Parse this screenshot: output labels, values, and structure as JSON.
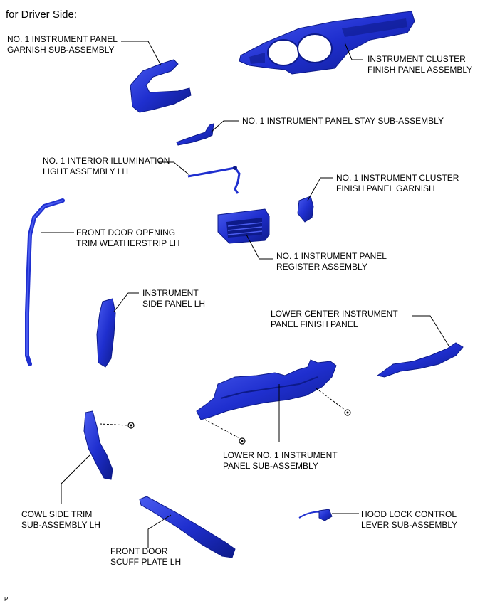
{
  "heading": "for Driver Side:",
  "figure_code": "P",
  "colors": {
    "part_fill": "#1f2fcf",
    "part_dark": "#0d1a8a",
    "part_light": "#4a5cf0",
    "leader": "#000000"
  },
  "parts": [
    {
      "id": "garnish",
      "line1": "NO. 1 INSTRUMENT PANEL",
      "line2": "GARNISH SUB-ASSEMBLY"
    },
    {
      "id": "cluster-finish",
      "line1": "INSTRUMENT CLUSTER",
      "line2": "FINISH PANEL ASSEMBLY"
    },
    {
      "id": "stay",
      "line1": "NO. 1 INSTRUMENT PANEL STAY SUB-ASSEMBLY",
      "line2": ""
    },
    {
      "id": "illumination",
      "line1": "NO. 1 INTERIOR ILLUMINATION",
      "line2": "LIGHT ASSEMBLY LH"
    },
    {
      "id": "cluster-garnish",
      "line1": "NO. 1 INSTRUMENT CLUSTER",
      "line2": "FINISH PANEL GARNISH"
    },
    {
      "id": "weatherstrip",
      "line1": "FRONT DOOR OPENING",
      "line2": "TRIM WEATHERSTRIP LH"
    },
    {
      "id": "register",
      "line1": "NO. 1 INSTRUMENT PANEL",
      "line2": "REGISTER ASSEMBLY"
    },
    {
      "id": "side-panel",
      "line1": "INSTRUMENT",
      "line2": "SIDE PANEL LH"
    },
    {
      "id": "lower-center",
      "line1": "LOWER CENTER INSTRUMENT",
      "line2": "PANEL FINISH PANEL"
    },
    {
      "id": "lower-no1",
      "line1": "LOWER NO. 1 INSTRUMENT",
      "line2": "PANEL SUB-ASSEMBLY"
    },
    {
      "id": "cowl",
      "line1": "COWL SIDE TRIM",
      "line2": "SUB-ASSEMBLY LH"
    },
    {
      "id": "hood-lock",
      "line1": "HOOD LOCK CONTROL",
      "line2": "LEVER SUB-ASSEMBLY"
    },
    {
      "id": "scuff",
      "line1": "FRONT DOOR",
      "line2": "SCUFF PLATE LH"
    }
  ]
}
